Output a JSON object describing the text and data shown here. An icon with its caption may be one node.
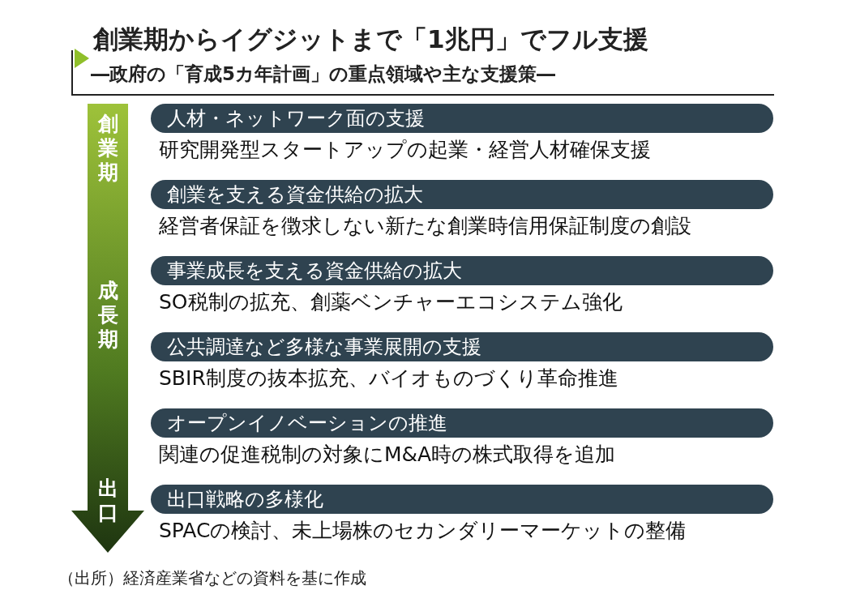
{
  "diagram": {
    "title": "創業期からイグジットまで「1兆円」でフル支援",
    "caption": "（出所）経済産業省などの資料を基に作成",
    "nodes": [
      {
        "text": [
          "人材・ネットワーク面の支援",
          "研究開発型スタートアップの起業・経営人材確保支援"
        ]
      },
      {
        "text": [
          "創業を支える資金供給の拡大",
          "経営者保証を徴求しない新たな創業時信用保証制度の創設"
        ]
      },
      {
        "text": [
          "事業成長を支える資金供給の拡大",
          "SO税制の拡充、創薬ベンチャーエコシステム強化"
        ]
      },
      {
        "text": [
          "公共調達など多様な事業展開の支援",
          "SBIR制度の抜本拡充、バイオものづくり革命推進"
        ]
      },
      {
        "text": [
          "オープンイノベーションの推進",
          "関連の促進税制の対象にM&A時の株式取得を追加"
        ]
      },
      {
        "text": [
          "出口戦略の多様化",
          "SPACの検討、未上場株のセカンダリーマーケットの整備"
        ]
      }
    ],
    "labels": [
      "―政府の「育成5カ年計画」の重点領域や主な支援策―",
      "創業期",
      "成長期",
      "出口"
    ]
  }
}
